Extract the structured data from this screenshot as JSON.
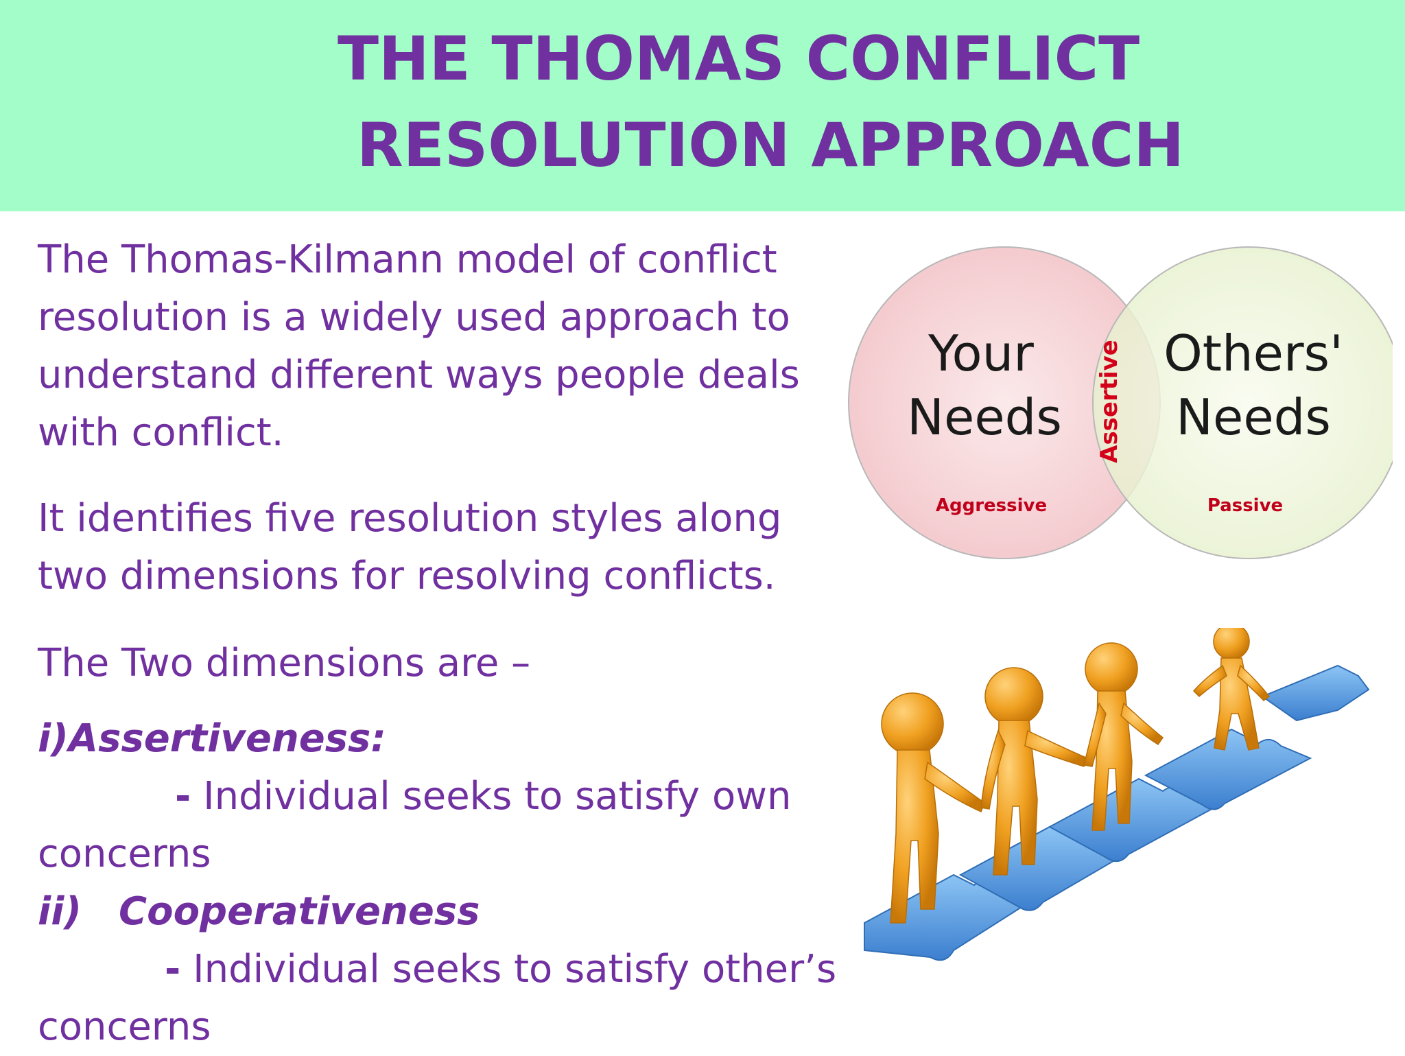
{
  "header": {
    "title_line1": "THE THOMAS CONFLICT",
    "title_line2": "RESOLUTION APPROACH"
  },
  "body": {
    "paragraph1": "The Thomas-Kilmann model of conflict resolution is a widely used approach to understand different ways people deals with conflict.",
    "paragraph2": "It identifies five resolution styles along two dimensions for resolving conflicts.",
    "paragraph3": "The Two dimensions are –",
    "dimensions": [
      {
        "label": "i)Assertiveness:",
        "desc_line1": "Individual seeks to satisfy own",
        "desc_line2": "concerns"
      },
      {
        "roman": "ii)",
        "label": "Cooperativeness",
        "desc_line1": "Individual seeks to satisfy other’s",
        "desc_line2": "concerns"
      }
    ],
    "dash": "-"
  },
  "venn": {
    "left_line1": "Your",
    "left_line2": "Needs",
    "left_sub": "Aggressive",
    "right_line1": "Others'",
    "right_line2": "Needs",
    "right_sub": "Passive",
    "overlap": "Assertive",
    "colors": {
      "left_fill": "#f7d3d6",
      "right_fill": "#eef5dc",
      "sublabel": "#c0001a"
    }
  },
  "illustration": {
    "icon": "team-puzzle-illustration",
    "colors": {
      "figure": "#f0a020",
      "puzzle": "#5a9ee0"
    }
  },
  "colors": {
    "header_bg": "#a3fdc9",
    "text": "#7030a0"
  }
}
